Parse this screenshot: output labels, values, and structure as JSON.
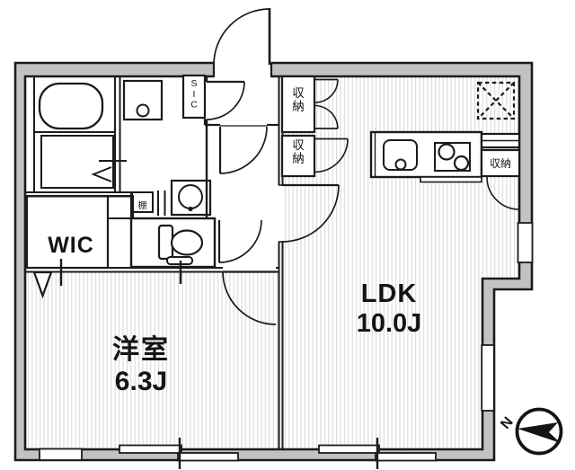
{
  "plan": {
    "rooms": {
      "ldk_name": "LDK",
      "ldk_size": "10.0J",
      "bedroom_name": "洋室",
      "bedroom_size": "6.3J",
      "wic": "WIC",
      "shoe_closet": "SIC",
      "storage_top": "収納",
      "storage_mid": "収納",
      "storage_kitchen": "収納",
      "shelf": "棚"
    },
    "compass": {
      "north": "N"
    },
    "colors": {
      "wall_fill": "#c2c2c2",
      "line": "#1b1b1b",
      "floor_stripe": "#d9d9d9",
      "background": "#ffffff"
    }
  }
}
